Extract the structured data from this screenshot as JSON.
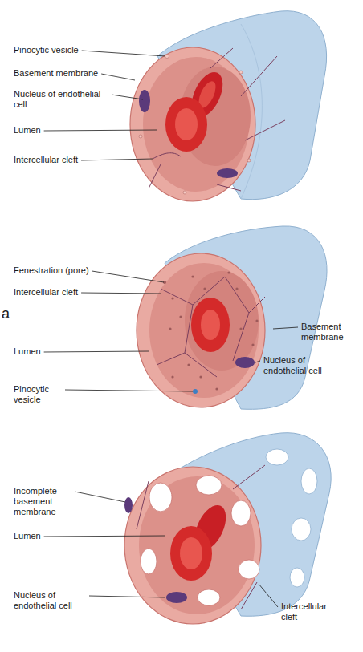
{
  "diagram": {
    "labels": [
      "Pinocytic vesicle",
      "Basement membrane",
      "Nucleus of endothelial cell",
      "Lumen",
      "Intercellular cleft",
      "Fenestration (pore)",
      "Intercellular cleft",
      "a",
      "Lumen",
      "Pinocytic vesicle",
      "Basement membrane",
      "Nucleus of endothelial cell",
      "Incomplete basement membrane",
      "Lumen",
      "Nucleus of endothelial cell",
      "Intercellular cleft"
    ]
  }
}
